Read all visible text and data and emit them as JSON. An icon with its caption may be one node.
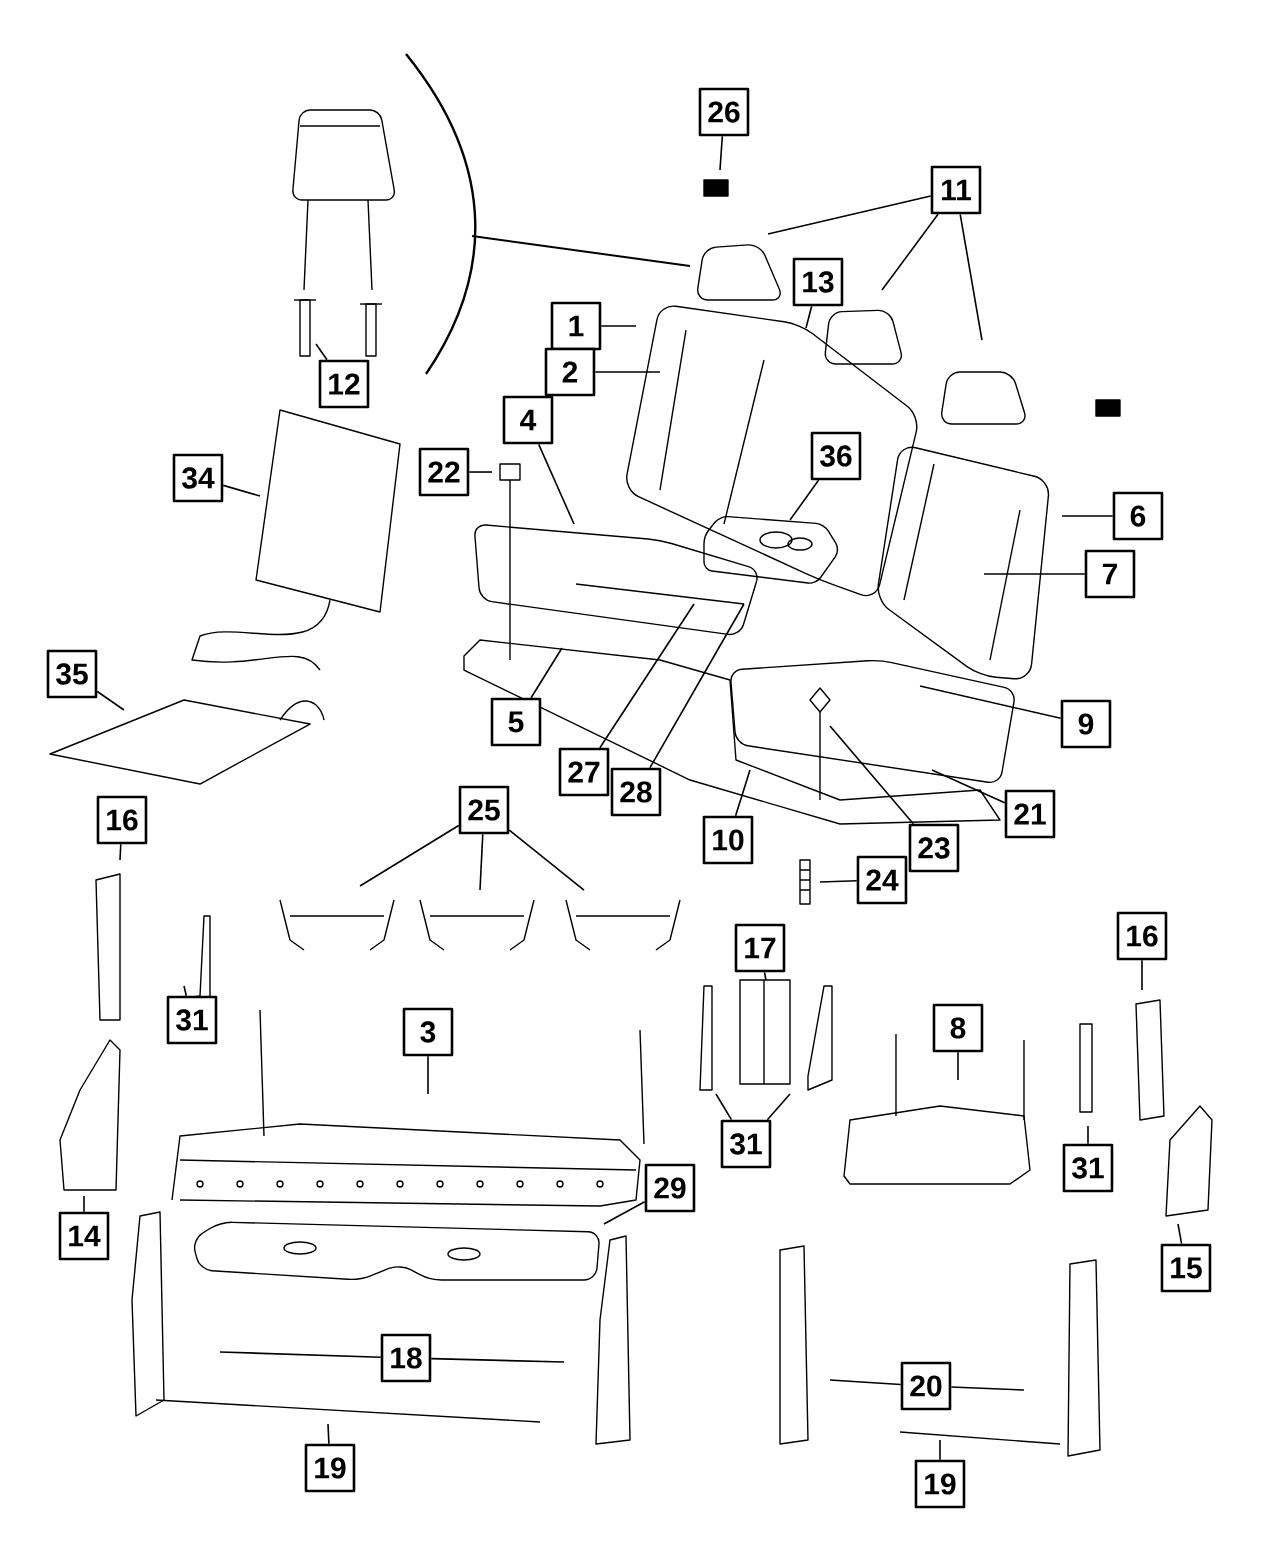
{
  "diagram": {
    "nodes": [
      {
        "text": [
          "26"
        ]
      },
      {
        "text": [
          "11"
        ]
      },
      {
        "text": [
          "13"
        ]
      },
      {
        "text": [
          "1"
        ]
      },
      {
        "text": [
          "12"
        ]
      },
      {
        "text": [
          "2"
        ]
      },
      {
        "text": [
          "4"
        ]
      },
      {
        "text": [
          "22"
        ]
      },
      {
        "text": [
          "34"
        ]
      },
      {
        "text": [
          "36"
        ]
      },
      {
        "text": [
          "6"
        ]
      },
      {
        "text": [
          "7"
        ]
      },
      {
        "text": [
          "35"
        ]
      },
      {
        "text": [
          "5"
        ]
      },
      {
        "text": [
          "9"
        ]
      },
      {
        "text": [
          "27"
        ]
      },
      {
        "text": [
          "28"
        ]
      },
      {
        "text": [
          "25"
        ]
      },
      {
        "text": [
          "16"
        ]
      },
      {
        "text": [
          "10"
        ]
      },
      {
        "text": [
          "21"
        ]
      },
      {
        "text": [
          "23"
        ]
      },
      {
        "text": [
          "24"
        ]
      },
      {
        "text": [
          "17"
        ]
      },
      {
        "text": [
          "16"
        ]
      },
      {
        "text": [
          "31"
        ]
      },
      {
        "text": [
          "3"
        ]
      },
      {
        "text": [
          "8"
        ]
      },
      {
        "text": [
          "31"
        ]
      },
      {
        "text": [
          "31"
        ]
      },
      {
        "text": [
          "29"
        ]
      },
      {
        "text": [
          "14"
        ]
      },
      {
        "text": [
          "15"
        ]
      },
      {
        "text": [
          "18"
        ]
      },
      {
        "text": [
          "20"
        ]
      },
      {
        "text": [
          "19"
        ]
      },
      {
        "text": [
          "19"
        ]
      }
    ],
    "edges": [
      {
        "from": 0,
        "to": null,
        "arrow": "none"
      },
      {
        "from": 1,
        "to": null,
        "arrow": "none"
      },
      {
        "from": 1,
        "to": null,
        "arrow": "none"
      },
      {
        "from": 1,
        "to": null,
        "arrow": "none"
      },
      {
        "from": 2,
        "to": null,
        "arrow": "none"
      },
      {
        "from": 3,
        "to": null,
        "arrow": "none"
      },
      {
        "from": 4,
        "to": null,
        "arrow": "none"
      },
      {
        "from": 5,
        "to": null,
        "arrow": "none"
      },
      {
        "from": 6,
        "to": null,
        "arrow": "none"
      },
      {
        "from": 7,
        "to": null,
        "arrow": "none"
      },
      {
        "from": 8,
        "to": null,
        "arrow": "none"
      },
      {
        "from": 9,
        "to": null,
        "arrow": "none"
      },
      {
        "from": 10,
        "to": null,
        "arrow": "none"
      },
      {
        "from": 11,
        "to": null,
        "arrow": "none"
      },
      {
        "from": 12,
        "to": null,
        "arrow": "none"
      },
      {
        "from": 13,
        "to": null,
        "arrow": "none"
      },
      {
        "from": 14,
        "to": null,
        "arrow": "none"
      },
      {
        "from": 15,
        "to": null,
        "arrow": "none"
      },
      {
        "from": 16,
        "to": null,
        "arrow": "none"
      },
      {
        "from": 17,
        "to": null,
        "arrow": "none"
      },
      {
        "from": 17,
        "to": null,
        "arrow": "none"
      },
      {
        "from": 17,
        "to": null,
        "arrow": "none"
      },
      {
        "from": 18,
        "to": null,
        "arrow": "none"
      },
      {
        "from": 19,
        "to": null,
        "arrow": "none"
      },
      {
        "from": 20,
        "to": null,
        "arrow": "none"
      },
      {
        "from": 21,
        "to": null,
        "arrow": "none"
      },
      {
        "from": 22,
        "to": null,
        "arrow": "none"
      },
      {
        "from": 23,
        "to": null,
        "arrow": "none"
      },
      {
        "from": 24,
        "to": null,
        "arrow": "none"
      },
      {
        "from": 25,
        "to": null,
        "arrow": "none"
      },
      {
        "from": 26,
        "to": null,
        "arrow": "none"
      },
      {
        "from": 27,
        "to": null,
        "arrow": "none"
      },
      {
        "from": 28,
        "to": null,
        "arrow": "none"
      },
      {
        "from": 28,
        "to": null,
        "arrow": "none"
      },
      {
        "from": 29,
        "to": null,
        "arrow": "none"
      },
      {
        "from": 30,
        "to": null,
        "arrow": "none"
      },
      {
        "from": 31,
        "to": null,
        "arrow": "none"
      },
      {
        "from": 32,
        "to": null,
        "arrow": "none"
      },
      {
        "from": 33,
        "to": null,
        "arrow": "none"
      },
      {
        "from": 33,
        "to": null,
        "arrow": "none"
      },
      {
        "from": 34,
        "to": null,
        "arrow": "none"
      },
      {
        "from": 34,
        "to": null,
        "arrow": "none"
      },
      {
        "from": 35,
        "to": null,
        "arrow": "none"
      },
      {
        "from": 36,
        "to": null,
        "arrow": "none"
      }
    ]
  }
}
